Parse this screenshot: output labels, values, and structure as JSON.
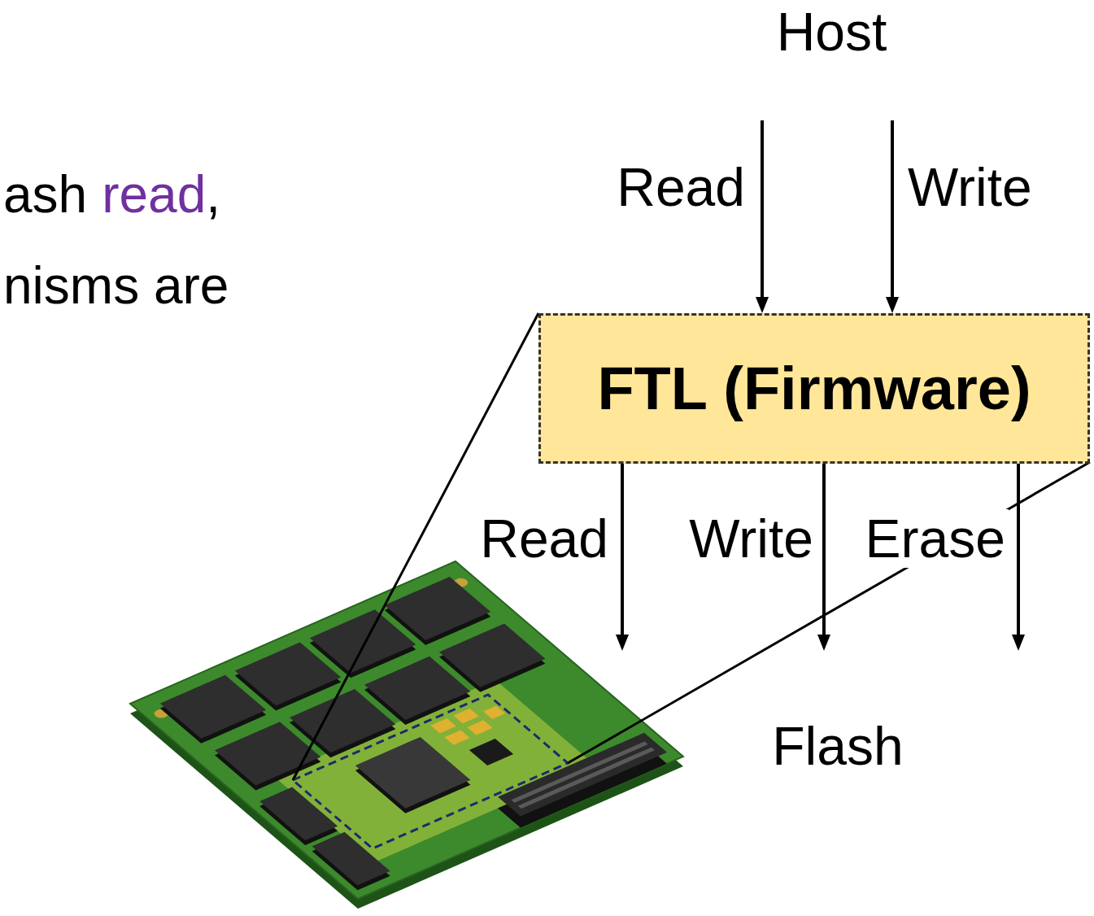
{
  "diagram": {
    "nodes": [
      {
        "text": [
          "Host"
        ]
      },
      {
        "text": [
          "FTL (Firmware)"
        ]
      },
      {
        "text": [
          "Flash"
        ]
      }
    ],
    "edges": [
      {
        "from": 0,
        "to": 1,
        "label": "Read",
        "arrow": "to"
      },
      {
        "from": 0,
        "to": 1,
        "label": "Write",
        "arrow": "to"
      },
      {
        "from": 1,
        "to": 2,
        "label": "Read",
        "arrow": "to"
      },
      {
        "from": 1,
        "to": 2,
        "label": "Write",
        "arrow": "to"
      },
      {
        "from": 1,
        "to": 2,
        "label": "Erase",
        "arrow": "to"
      }
    ],
    "labels": [
      "ash",
      "read",
      ",",
      "nisms are"
    ]
  }
}
